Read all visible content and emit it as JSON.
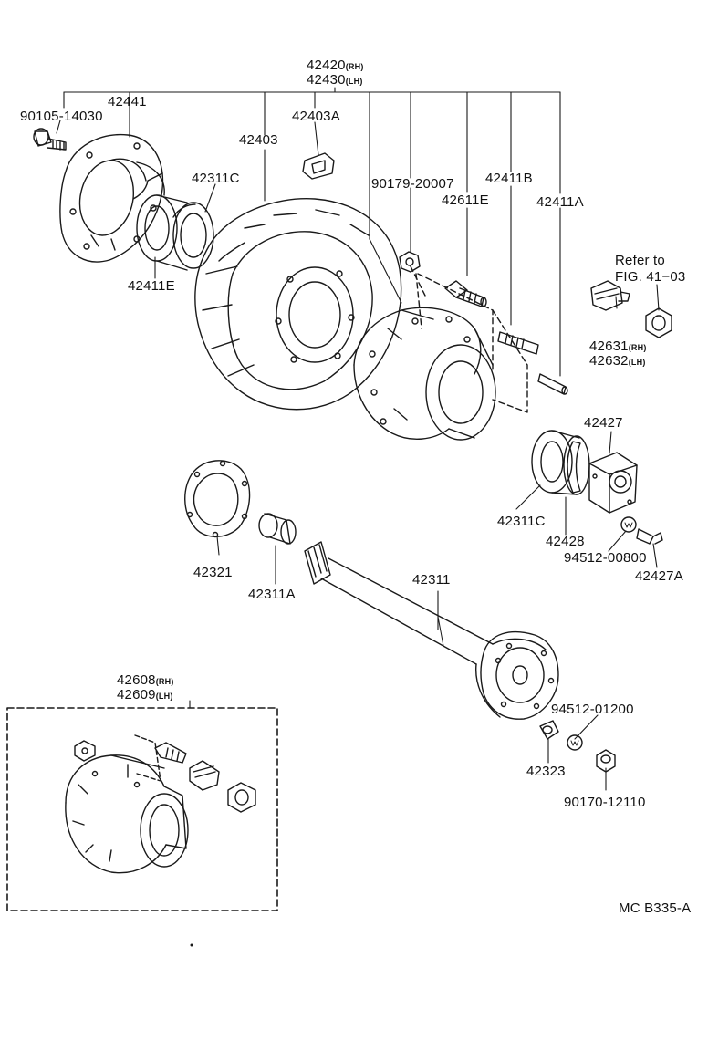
{
  "labels": {
    "p42420": "42420",
    "p42420_sfx": "(RH)",
    "p42430": "42430",
    "p42430_sfx": "(LH)",
    "p90105": "90105-14030",
    "p42441": "42441",
    "p42403": "42403",
    "p42403a": "42403A",
    "p42311c_top": "42311C",
    "p42411e_left": "42411E",
    "p90179": "90179-20007",
    "p42611e": "42611E",
    "p42411b": "42411B",
    "p42411a": "42411A",
    "refer_line1": "Refer to",
    "refer_line2": "FIG. 41−03",
    "p42631": "42631",
    "p42631_sfx": "(RH)",
    "p42632": "42632",
    "p42632_sfx": "(LH)",
    "p42427": "42427",
    "p42311c_bottom": "42311C",
    "p42428": "42428",
    "p94512_00800": "94512-00800",
    "p42427a": "42427A",
    "p42321": "42321",
    "p42311a": "42311A",
    "p42311": "42311",
    "p42608": "42608",
    "p42608_sfx": "(RH)",
    "p42609": "42609",
    "p42609_sfx": "(LH)",
    "p94512_01200": "94512-01200",
    "p42323": "42323",
    "p90170": "90170-12110",
    "diagram_code": "MC B335-A"
  }
}
